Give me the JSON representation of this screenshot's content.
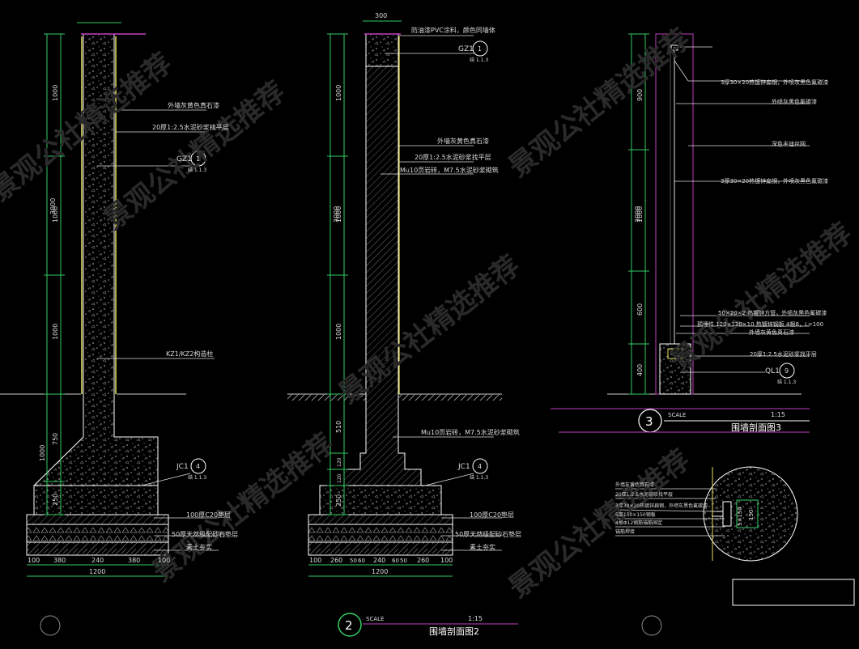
{
  "watermark": "景观公社精选推荐",
  "colors": {
    "background": "#000000",
    "wall_outline": "#ffffff",
    "finish_line": "#e8e060",
    "dim_line": "#33cc66",
    "dim_text": "#dddddd",
    "leader": "#dddddd",
    "callout": "#ffffff",
    "magenta": "#c040c0",
    "ground": "#cccccc"
  },
  "section1": {
    "dims_outer": [
      "3000",
      "1000"
    ],
    "dims_inner": [
      "1000",
      "1000",
      "1000",
      "750",
      "250"
    ],
    "notes": [
      "外墙灰黄色真石漆",
      "20厚1:2.5水泥砂浆找平层",
      "KZ1/KZ2构造柱"
    ],
    "callout_gz": {
      "name": "GZ1",
      "num": "1",
      "ref": "结 1.1.3"
    },
    "callout_jc": {
      "name": "JC1",
      "num": "4",
      "ref": "结 1.1.3"
    },
    "base_notes": [
      "100厚C20垫层",
      "50厚天然级配砂石垫层",
      "素土夯实"
    ],
    "bottom_dims": [
      "100",
      "380",
      "240",
      "380",
      "100"
    ],
    "bottom_total": "1200"
  },
  "section2": {
    "top_dim": "300",
    "dims_outer": [
      "3000"
    ],
    "dims_inner": [
      "1000",
      "1000",
      "1000",
      "510",
      "120",
      "120",
      "250"
    ],
    "notes": [
      "防油漆PVC涂料，颜色同墙体",
      "外墙灰黄色真石漆",
      "20厚1:2.5水泥砂浆找平层",
      "Mu10页岩砖，M7.5水泥砂浆砌筑",
      "Mu10页岩砖，M7.5水泥砂浆砌筑"
    ],
    "callout_gz": {
      "name": "GZ1",
      "num": "1",
      "ref": "结 1.1.3"
    },
    "callout_jc": {
      "name": "JC1",
      "num": "4",
      "ref": "结 1.1.3"
    },
    "base_notes": [
      "100厚C20垫层",
      "50厚天然级配砂石垫层",
      "素土夯实"
    ],
    "bottom_dims": [
      "100",
      "260",
      "50",
      "60",
      "240",
      "60",
      "50",
      "260",
      "100"
    ],
    "bottom_total": "1200",
    "title": {
      "num": "2",
      "scale_label": "SCALE",
      "scale": "1:15",
      "name": "围墙剖面图2"
    }
  },
  "section3": {
    "dims_outer": [
      "3000"
    ],
    "dims_inner": [
      "900",
      "1000",
      "600",
      "400"
    ],
    "notes": [
      "3厚30×20热镀锌扁钢，外喷灰黑色氟碳漆",
      "外喷灰黑色氟碳漆",
      "深色丰迪丝网",
      "3厚30×20热镀锌扁钢，外喷灰黑色氟碳漆",
      "50×20×2 热镀锌方管，外喷灰黑色氟碳漆",
      "预埋件 120×120×10 热镀锌钢板 4根8，L=100",
      "外墙灰黄色真石漆",
      "20厚1:2.5水泥砂浆找平层"
    ],
    "callout_ql": {
      "name": "QL1",
      "num": "9",
      "ref": "结 1.1.3"
    },
    "title": {
      "num": "3",
      "scale_label": "SCALE",
      "scale": "1:15",
      "name": "围墙剖面图3"
    }
  },
  "detail": {
    "notes": [
      "外墙灰黄色真石漆",
      "20厚1:2.5水泥砂浆找平层",
      "3厚30×20热镀锌扁钢，外喷灰黑色氟碳漆",
      "5厚150×150钢板",
      "4根Φ12钢筋锚筋固定",
      "锚筋焊接"
    ],
    "dim_v": "5×150",
    "dim_h": "150"
  }
}
